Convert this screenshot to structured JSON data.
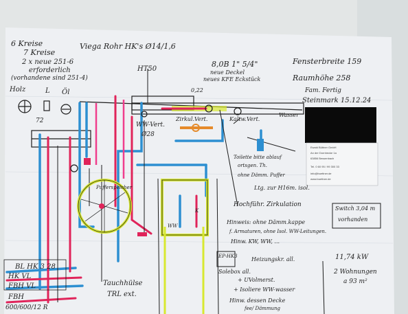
{
  "notes": {
    "top_left_1": "6 Kreise",
    "top_left_2": "7 Kreise",
    "top_left_3": "2 x neue 251-6",
    "top_left_4": "erforderlich",
    "top_left_5": "(vorhandene sind 251-4)",
    "pipe_title": "Viega Rohr HK's Ø14/1,6",
    "holz": "Holz",
    "l": "L",
    "oil": "Öl",
    "ht50": "HT50",
    "dim_top": "8,0B 1\" 5/4\"",
    "neue_deckel": "neue Deckel",
    "neues_kfe": "neues KFE Eckstück",
    "fensterbr": "Fensterbreite 159",
    "raumhoehe": "Raumhöhe 258",
    "fam": "Fam. Fertig",
    "steinmark": "Steinmark 15.12.24",
    "ww_vert": "WW-Vert.",
    "dia28": "Ø28",
    "zirk_vert": "Zirkul.Vert.",
    "kaltw_vert": "Kaltw.Vert.",
    "wasser": "Wasser",
    "toiletten": "Toilette bitte ablauf",
    "orts_th": "ortsgen. Th.",
    "ohne_daemm": "ohne Dämm. Puffer",
    "ltg_iso": "Ltg. zur H16m. isol.",
    "hochfuehr": "Hochführ. Zirkulation",
    "hinweis1": "Hinweis: ohne Dämm.kappe",
    "hinweis2": "f. Armaturen, ohne Isol. WW-Leitungen.",
    "hinweis3": "Hinw. KW, WW, ...",
    "switch": "Switch 3,04 m",
    "vorhanden": "vorhanden",
    "ep_box": "EP-HK3",
    "heizkreis": "Heizungskr. all.",
    "sole": "Solebox all.",
    "uv_kraft": "+ UVolmerst.",
    "iso_wwasser": "+ Isoliere WW-wasser",
    "hinw_dach": "Hinw. dessen Decke",
    "fuer_dach": "fee/ Dämmung",
    "kw": "11,74 kW",
    "wohnungen": "2 Wohnungen",
    "flaeche": "a 93 m²",
    "tauch": "Tauchhülse",
    "trl": "TRL ext.",
    "bl_hk": "BL HK 3 28",
    "hk_vl": "HK VL",
    "fbh_vl": "FBH VL",
    "fbh": "FBH",
    "bottom": "600/600/12 R",
    "n72": "72",
    "n022": "0,22",
    "ball_note": "Pufferspeicher",
    "ww_label": "WW",
    "k_label": "K"
  },
  "stamp": {
    "line1": "Ewald Büttner GmbH",
    "line2": "An der Dornhecke 1a",
    "line3": "63856 Bessenbach",
    "line4": "Tel. 0 60 95 / 99 300 33",
    "line5": "info@buettner.de",
    "line6": "www.buettner.de"
  },
  "colors": {
    "paper": "#eef0f3",
    "wall": "#e4e8ea",
    "blue_pipe": "#2d8fd1",
    "red_pipe": "#e0245a",
    "pink_pipe": "#f03d8c",
    "yellow_hl": "#d8e830",
    "orange": "#e58a2a",
    "ink": "#1c1c1c",
    "redaction": "#0a0a0a"
  }
}
